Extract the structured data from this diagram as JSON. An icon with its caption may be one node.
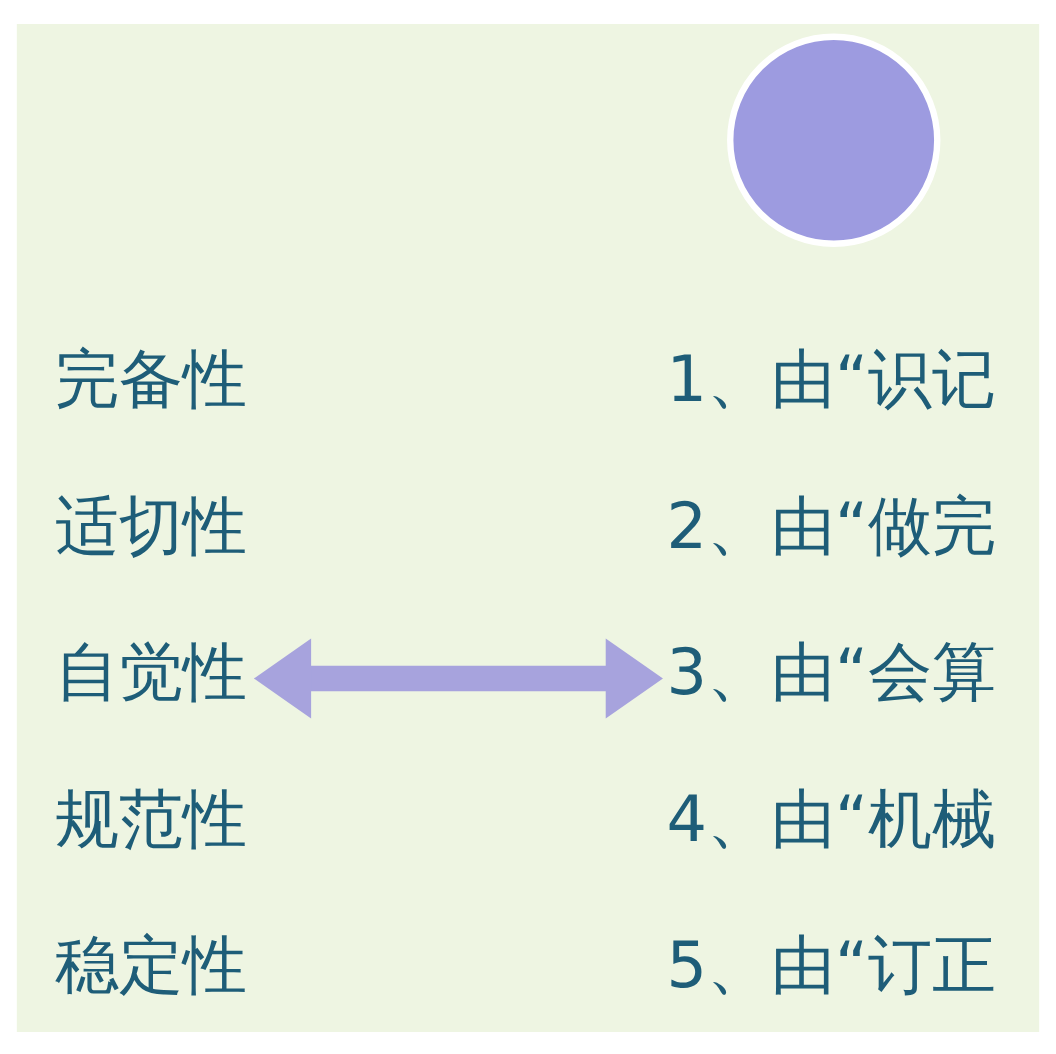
{
  "diagram": {
    "nodes": [
      {
        "text": [
          "完备性",
          "适切性",
          "自觉性",
          "规范性",
          "稳定性"
        ]
      },
      {
        "text": [
          "1、由“识记",
          "2、由“做完",
          "3、由“会算",
          "4、由“机械",
          "5、由“订正"
        ]
      },
      {
        "text": [],
        "shape": "circle"
      }
    ],
    "edges": [
      {
        "from": 0,
        "to": 1,
        "arrow": "both"
      }
    ]
  }
}
